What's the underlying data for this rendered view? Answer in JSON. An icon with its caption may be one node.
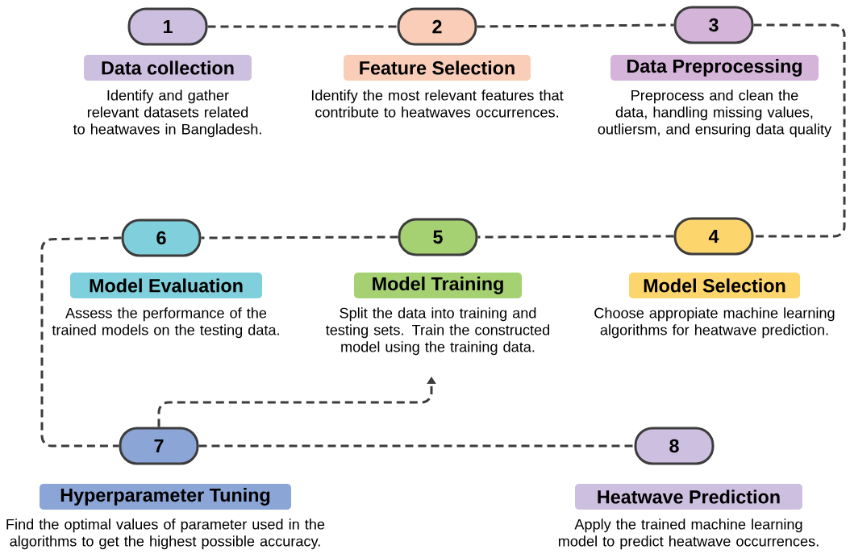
{
  "diagram": {
    "nodes": [
      {
        "text": [
          "1"
        ]
      },
      {
        "text": [
          "Data collection"
        ],
        "beside": [
          "Identify and gather relevant datasets related to heatwaves in Bangladesh."
        ]
      },
      {
        "text": [
          "2"
        ]
      },
      {
        "text": [
          "Feature Selection"
        ],
        "beside": [
          "Identify the most relevant features that contribute to heatwaves occurrences."
        ]
      },
      {
        "text": [
          "3"
        ]
      },
      {
        "text": [
          "Data Preprocessing"
        ],
        "beside": [
          "Preprocess and clean the data, handling missing values, outliersm, and ensuring data quality"
        ]
      },
      {
        "text": [
          "4"
        ]
      },
      {
        "text": [
          "Model Selection"
        ],
        "beside": [
          "Choose appropiate machine learning algorithms for heatwave prediction."
        ]
      },
      {
        "text": [
          "5"
        ]
      },
      {
        "text": [
          "Model Training"
        ],
        "beside": [
          "Split the data into training and testing sets. Train the constructed model using the training data."
        ]
      },
      {
        "text": [
          "6"
        ]
      },
      {
        "text": [
          "Model Evaluation"
        ],
        "beside": [
          "Assess the performance of the trained models on the testing data."
        ]
      },
      {
        "text": [
          "7"
        ]
      },
      {
        "text": [
          "Hyperparameter Tuning"
        ],
        "beside": [
          "Find the optimal values of parameter used in the algorithms to get the highest possible accuracy."
        ]
      },
      {
        "text": [
          "8"
        ]
      },
      {
        "text": [
          "Heatwave Prediction"
        ],
        "beside": [
          "Apply the trained machine learning model to predict heatwave occurrences."
        ]
      }
    ],
    "edges": [
      {
        "from": 0,
        "to": 2,
        "arrow": "none",
        "style": "dashed"
      },
      {
        "from": 2,
        "to": 4,
        "arrow": "none",
        "style": "dashed"
      },
      {
        "from": 4,
        "to": 6,
        "arrow": "none",
        "style": "dashed"
      },
      {
        "from": 6,
        "to": 8,
        "arrow": "none",
        "style": "dashed"
      },
      {
        "from": 8,
        "to": 10,
        "arrow": "none",
        "style": "dashed"
      },
      {
        "from": 10,
        "to": 12,
        "arrow": "none",
        "style": "dashed"
      },
      {
        "from": 12,
        "to": 14,
        "arrow": "none",
        "style": "dashed"
      },
      {
        "from": 12,
        "to": 9,
        "arrow": "to",
        "style": "dashed"
      }
    ]
  }
}
